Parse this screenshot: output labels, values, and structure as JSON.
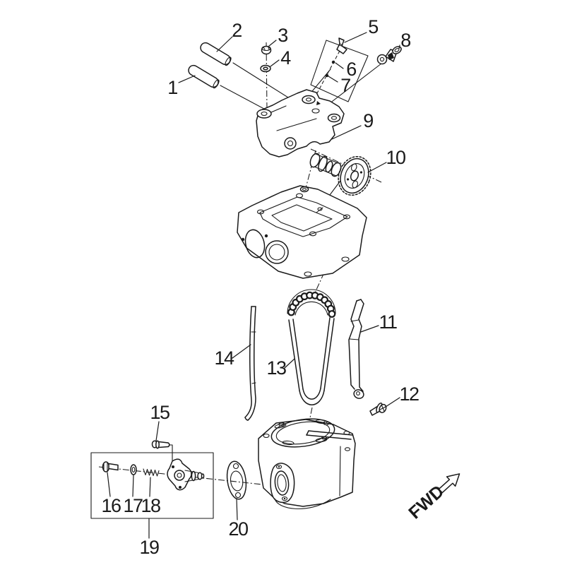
{
  "diagram": {
    "type": "exploded-parts-diagram",
    "subject": "engine-cylinder-head-camshaft-cam-chain-assembly",
    "background_color": "#ffffff",
    "line_color": "#1a1a1a",
    "fwd_label": "FWD",
    "callouts": [
      {
        "label": "1"
      },
      {
        "label": "2"
      },
      {
        "label": "3"
      },
      {
        "label": "4"
      },
      {
        "label": "5"
      },
      {
        "label": "6"
      },
      {
        "label": "7"
      },
      {
        "label": "8"
      },
      {
        "label": "9"
      },
      {
        "label": "10"
      },
      {
        "label": "11"
      },
      {
        "label": "12"
      },
      {
        "label": "13"
      },
      {
        "label": "14"
      },
      {
        "label": "15"
      },
      {
        "label": "16"
      },
      {
        "label": "17"
      },
      {
        "label": "18"
      },
      {
        "label": "19"
      },
      {
        "label": "20"
      }
    ]
  }
}
